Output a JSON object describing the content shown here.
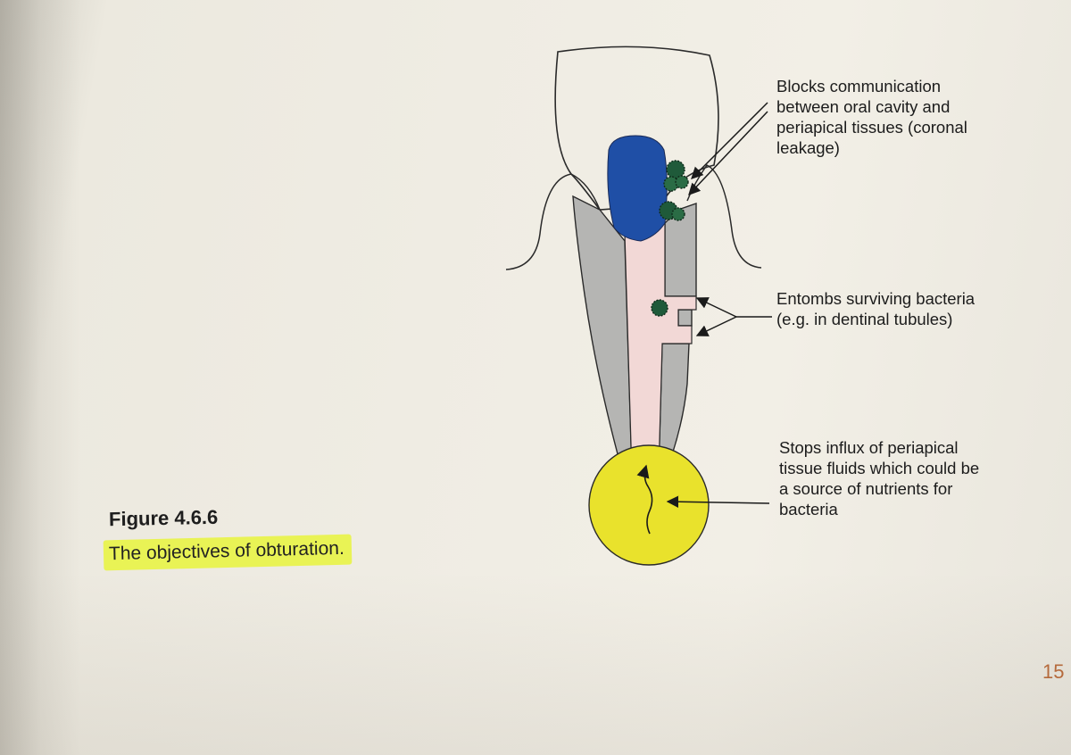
{
  "labels": {
    "coronal": "Blocks communication\nbetween oral cavity and\nperiapical tissues (coronal\nleakage)",
    "entomb": "Entombs surviving bacteria\n(e.g. in dentinal tubules)",
    "fluids": "Stops influx of periapical\ntissue fluids which could be\na source of nutrients for\nbacteria"
  },
  "figure": {
    "title": "Figure 4.6.6",
    "caption": "The objectives of obturation."
  },
  "page": {
    "number": "15"
  },
  "colors": {
    "crown_outline": "#2a2a2a",
    "dentin": "#b5b5b3",
    "canal": "#f2d8d6",
    "coronal_seal": "#1f4fa6",
    "bacteria": "#1f5a3a",
    "periapical": "#e9e22c",
    "highlight": "#e8f53c"
  }
}
